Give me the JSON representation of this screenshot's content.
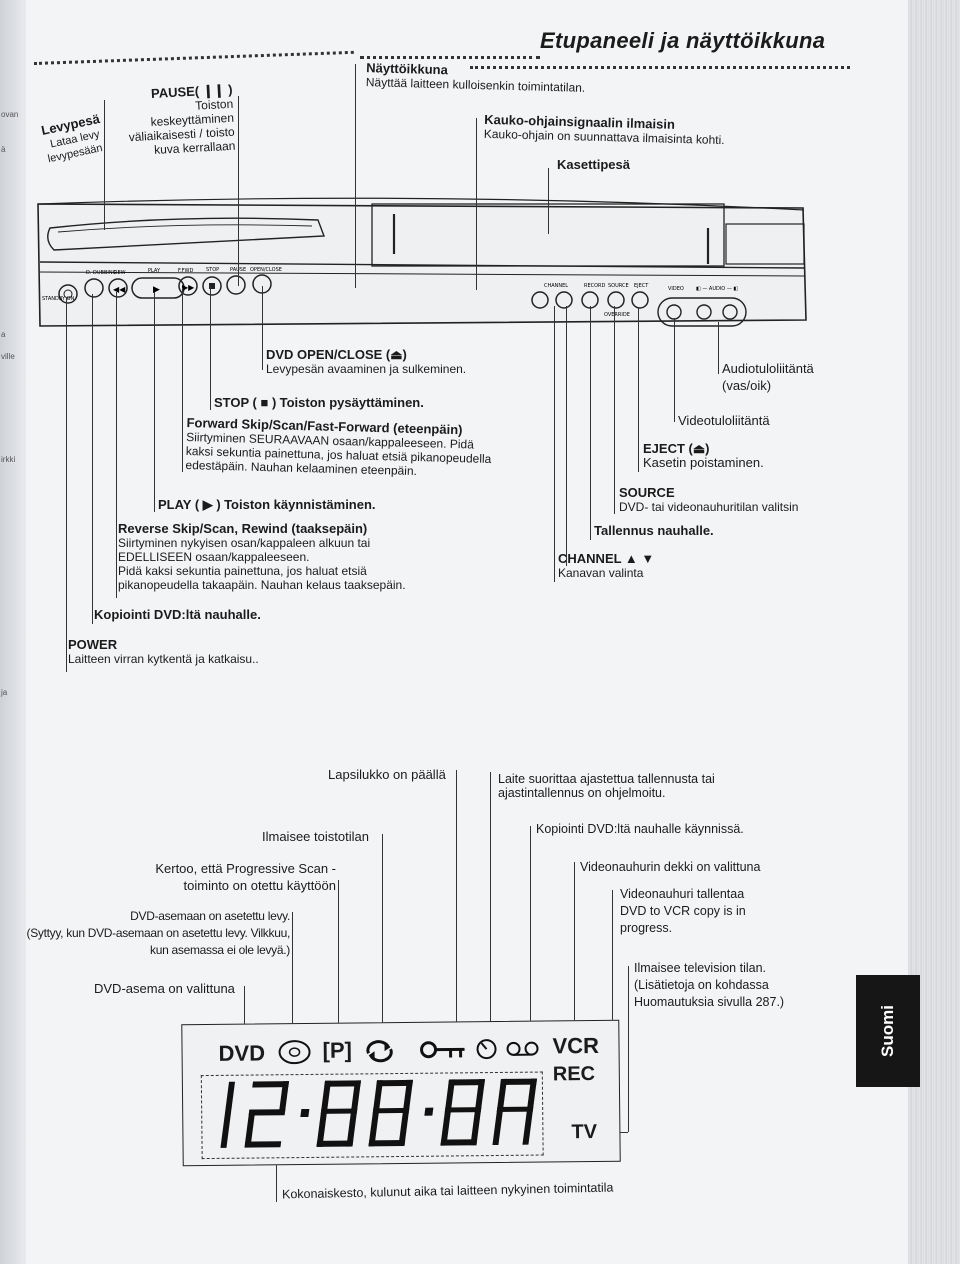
{
  "page_title": "Etupaneeli ja näyttöikkuna",
  "left_margin_fragments": [
    "ovan",
    "ä",
    "a",
    "ville",
    "irkki",
    "ja"
  ],
  "top_labels": {
    "nayttoikkuna": {
      "title": "Näyttöikkuna",
      "desc": "Näyttää laitteen kulloisenkin toimintatilan."
    },
    "kauko": {
      "title": "Kauko-ohjainsignaalin ilmaisin",
      "desc": "Kauko-ohjain on suunnattava ilmaisinta kohti."
    },
    "kasettipesa": {
      "title": "Kasettipesä"
    },
    "pause": {
      "title": "PAUSE( ❙❙ )",
      "lines": [
        "Toiston",
        "keskeyttäminen",
        "väliaikaisesti / toisto",
        "kuva kerrallaan"
      ]
    },
    "levypesa": {
      "lines": [
        "Levypesä",
        "Lataa levy",
        "levypesään"
      ]
    }
  },
  "device": {
    "small_labels": [
      "STANDBY ON",
      "D. DUBBING",
      "REW",
      "PLAY",
      "F.FWD",
      "STOP",
      "PAUSE",
      "OPEN/CLOSE",
      "CHANNEL",
      "RECORD",
      "SOURCE",
      "EJECT",
      "OVERRIDE",
      "VIDEO",
      "◧ — AUDIO — ◧"
    ]
  },
  "callouts": {
    "dvd_open": {
      "title": "DVD OPEN/CLOSE (⏏)",
      "desc": "Levypesän avaaminen ja sulkeminen."
    },
    "stop": {
      "title": "STOP ( ■ )",
      "desc": "Toiston pysäyttäminen."
    },
    "forward": {
      "title": "Forward Skip/Scan/Fast-Forward (eteenpäin)",
      "lines": [
        "Siirtyminen SEURAAVAAN osaan/kappaleeseen. Pidä",
        "kaksi sekuntia painettuna, jos haluat etsiä pikanopeudella",
        "edestäpäin. Nauhan kelaaminen eteenpäin."
      ]
    },
    "play": {
      "title": "PLAY ( ▶ )",
      "desc": "Toiston käynnistäminen."
    },
    "reverse": {
      "title": "Reverse Skip/Scan, Rewind (taaksepäin)",
      "lines": [
        "Siirtyminen nykyisen osan/kappaleen alkuun tai",
        "EDELLISEEN osaan/kappaleeseen.",
        "Pidä kaksi sekuntia painettuna, jos haluat etsiä",
        "pikanopeudella takaapäin. Nauhan kelaus taaksepäin."
      ]
    },
    "kopiointi": {
      "title": "Kopiointi DVD:ltä nauhalle."
    },
    "power": {
      "title": "POWER",
      "desc": "Laitteen virran kytkentä ja katkaisu.."
    },
    "audio_in": {
      "lines": [
        "Audiotuloliitäntä",
        "(vas/oik)"
      ]
    },
    "video_in": {
      "title": "Videotuloliitäntä"
    },
    "eject": {
      "title": "EJECT (⏏)",
      "desc": "Kasetin poistaminen."
    },
    "source": {
      "title": "SOURCE",
      "desc": "DVD- tai videonauhuritilan valitsin"
    },
    "tallennus": {
      "title": "Tallennus nauhalle."
    },
    "channel": {
      "title": "CHANNEL ▲ ▼",
      "desc": "Kanavan valinta"
    }
  },
  "display_labels": {
    "lapsilukko": "Lapsilukko on päällä",
    "ajastettu": [
      "Laite suorittaa ajastettua tallennusta tai",
      "ajastintallennus on ohjelmoitu."
    ],
    "toistotila": "Ilmaisee toistotilan",
    "kopiointi_kaynnissa": "Kopiointi DVD:ltä nauhalle käynnissä.",
    "progressive": [
      "Kertoo, että Progressive Scan -",
      "toiminto on otettu käyttöön"
    ],
    "vcr_valittu": "Videonauhurin dekki on valittuna",
    "vcr_tallentaa": [
      "Videonauhuri tallentaa",
      "DVD to VCR copy is in",
      "progress."
    ],
    "dvd_levy": [
      "DVD-asemaan on asetettu levy.",
      "(Syttyy, kun DVD-asemaan on asetettu levy. Vilkkuu,",
      "kun asemassa ei ole levyä.)"
    ],
    "tv_tila": [
      "Ilmaisee television tilan.",
      "(Lisätietoja on kohdassa",
      "Huomautuksia sivulla 287.)"
    ],
    "dvd_valittu": "DVD-asema on valittuna",
    "kokonaiskesto": "Kokonaiskesto, kulunut aika tai laitteen nykyinen toimintatila"
  },
  "display_panel": {
    "dvd": "DVD",
    "p": "[P]",
    "vcr": "VCR",
    "rec": "REC",
    "tv": "TV"
  },
  "side_tab": "Suomi"
}
